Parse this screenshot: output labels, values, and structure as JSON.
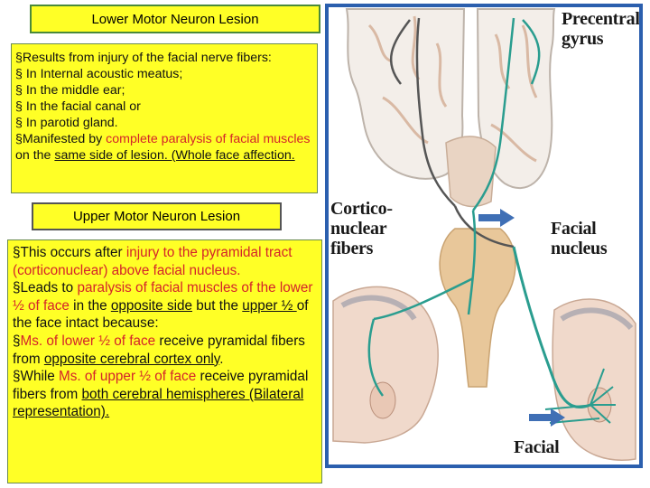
{
  "lower": {
    "title": "Lower Motor Neuron Lesion",
    "l1": "§Results from injury of the facial nerve fibers:",
    "l2": "§ In Internal acoustic meatus;",
    "l3": "§ In the middle ear;",
    "l4": "§ In the facial canal or",
    "l5": "§ In parotid gland.",
    "l6a": "§Manifested by ",
    "l6b": "complete paralysis of facial muscles",
    "l6c": " on the ",
    "l6d": "same side of lesion. (Whole face affection."
  },
  "upper": {
    "title": "Upper Motor Neuron Lesion",
    "a1": "§This occurs after ",
    "a2": "injury to the pyramidal tract (corticonuclear) above facial nucleus.",
    "b1": "§Leads to ",
    "b2": "paralysis of facial muscles of the lower ½ of face",
    "b3": " in the ",
    "b4": "opposite side",
    "b5": " but the ",
    "b6": "upper ½ ",
    "b7": "of the face intact because:",
    "c1": "§",
    "c2": "Ms. of lower ½ of face",
    "c3": " receive pyramidal fibers from ",
    "c4": "opposite cerebral cortex only",
    "c5": ".",
    "d1": "§While ",
    "d2": "Ms. of upper ½ of face",
    "d3": " receive pyramidal fibers from ",
    "d4": "both cerebral hemispheres  (Bilateral representation)."
  },
  "figure": {
    "precentral": "Precentral gyrus",
    "cortico": "Cortico-nuclear fibers",
    "facial_nucleus": "Facial nucleus",
    "facial": "Facial"
  }
}
